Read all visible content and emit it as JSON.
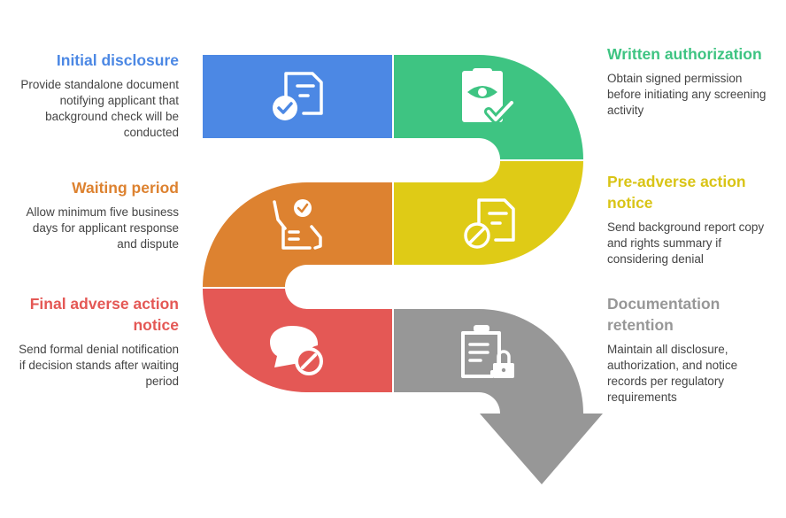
{
  "steps": [
    {
      "title": "Initial disclosure",
      "description": "Provide standalone document notifying applicant that background check will be conducted",
      "color": "#4C88E4",
      "icon": "document-check-icon"
    },
    {
      "title": "Written authorization",
      "description": "Obtain signed permission before initiating any screening activity",
      "color": "#3EC482",
      "icon": "clipboard-eye-check-icon"
    },
    {
      "title": "Pre-adverse action notice",
      "description": "Send background report copy and rights summary if considering denial",
      "color": "#DFCB16",
      "icon": "document-prohibited-icon"
    },
    {
      "title": "Waiting period",
      "description": "Allow minimum five business days for applicant response and dispute",
      "color": "#DD8230",
      "icon": "hands-checklist-icon"
    },
    {
      "title": "Final adverse action notice",
      "description": "Send formal denial notification if decision stands after waiting period",
      "color": "#E45855",
      "icon": "chat-prohibited-icon"
    },
    {
      "title": "Documentation retention",
      "description": "Maintain all disclosure, authorization, and notice records per regulatory requirements",
      "color": "#979797",
      "icon": "clipboard-lock-icon"
    }
  ]
}
